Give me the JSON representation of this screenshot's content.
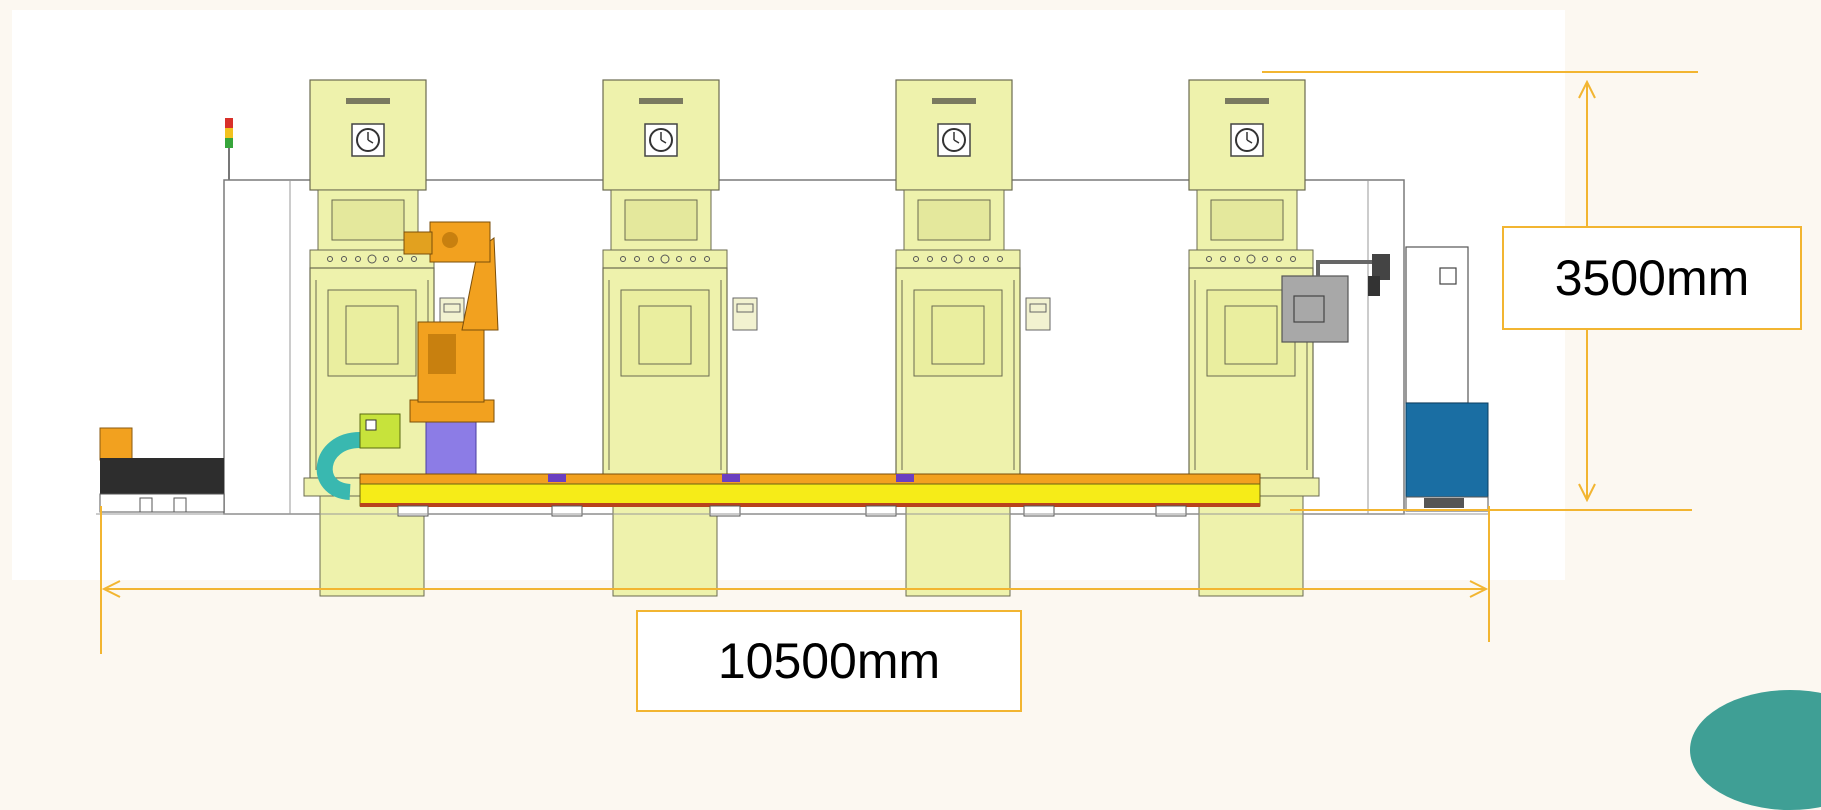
{
  "dimensions": {
    "height_text": "3500mm",
    "width_text": "10500mm"
  },
  "press_stations": [
    {
      "id": 1,
      "has_robot": true
    },
    {
      "id": 2,
      "has_robot": false
    },
    {
      "id": 3,
      "has_robot": false
    },
    {
      "id": 4,
      "has_robot": false
    }
  ],
  "colors": {
    "background": "#fcf8f1",
    "drawing_panel": "#ffffff",
    "press_body": "#eef2ac",
    "dimension_line": "#f2b531",
    "robot": "#f2a11f",
    "robot_base": "#8c7ce6",
    "rail_track": "#f6ec18",
    "conveyor_belt": "#2d2d2d",
    "control_cabinet": "#1a6ea3",
    "accent_corner": "#3f9f95"
  },
  "icons": [
    "signal-tower-icon",
    "gauge-icon",
    "robot-arm-icon",
    "conveyor-icon",
    "control-panel-icon",
    "cable-chain-icon"
  ]
}
